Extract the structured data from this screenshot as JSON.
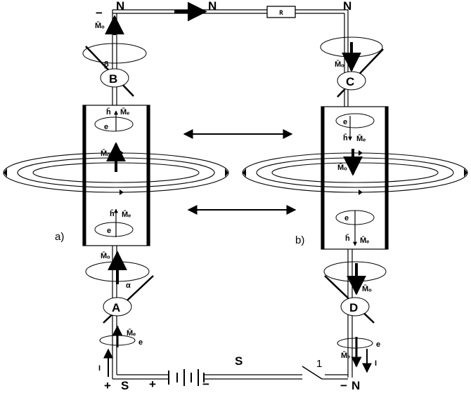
{
  "pole_labels": {
    "n_top_left": "N",
    "n_top_mid": "N",
    "n_top_right": "N",
    "minus_top": "−",
    "s_bottom": "S",
    "s_mid": "S",
    "n_bottom": "N",
    "plus_1": "+",
    "plus_2": "+",
    "minus_bat": "−",
    "minus_n": "−"
  },
  "resistor_label": "R",
  "switch_label": "1",
  "panel_labels": {
    "a": "a)",
    "b": "b)"
  },
  "instrument_labels": {
    "A": "A",
    "B": "B",
    "C": "C",
    "D": "D"
  },
  "angle_labels": {
    "alpha": "α",
    "beta": "β"
  },
  "vector_labels": {
    "Mo": "M̄ₒ",
    "Me": "M̄ₑ",
    "h": "h̄",
    "e": "e",
    "I": "I"
  }
}
